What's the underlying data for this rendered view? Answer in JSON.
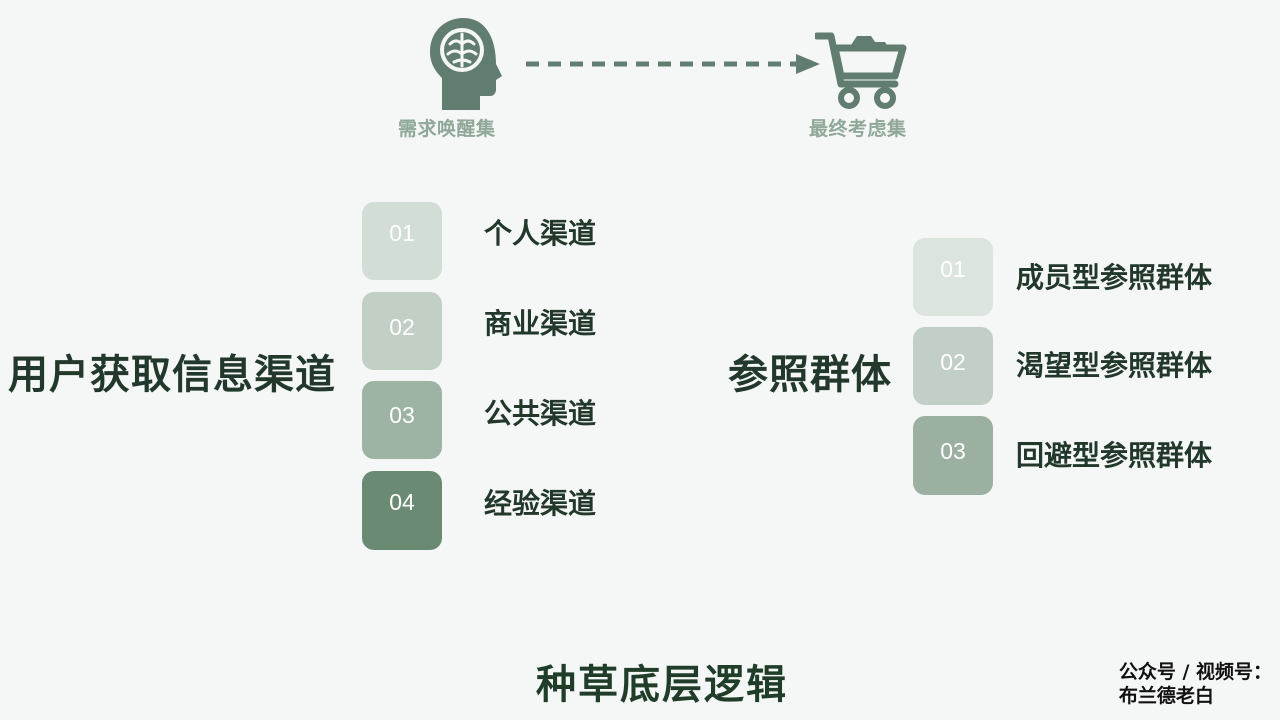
{
  "top_flow": {
    "start_label": "需求唤醒集",
    "start_icon": "head-brain-icon",
    "end_label": "最终考虑集",
    "end_icon": "shopping-cart-icon",
    "icon_color": "#607d6f"
  },
  "left_group": {
    "title": "用户获取信息渠道",
    "items": [
      {
        "num": "01",
        "label": "个人渠道",
        "color": "#d2ddd5"
      },
      {
        "num": "02",
        "label": "商业渠道",
        "color": "#c1cfc5"
      },
      {
        "num": "03",
        "label": "公共渠道",
        "color": "#9db3a3"
      },
      {
        "num": "04",
        "label": "经验渠道",
        "color": "#6b8a73"
      }
    ]
  },
  "right_group": {
    "title": "参照群体",
    "items": [
      {
        "num": "01",
        "label": "成员型参照群体",
        "color": "#dce4de"
      },
      {
        "num": "02",
        "label": "渴望型参照群体",
        "color": "#c2cfc6"
      },
      {
        "num": "03",
        "label": "回避型参照群体",
        "color": "#9cb0a2"
      }
    ]
  },
  "bottom_title": "种草底层逻辑",
  "watermark": {
    "line1": "公众号 / 视频号：",
    "line2": "布兰德老白"
  }
}
